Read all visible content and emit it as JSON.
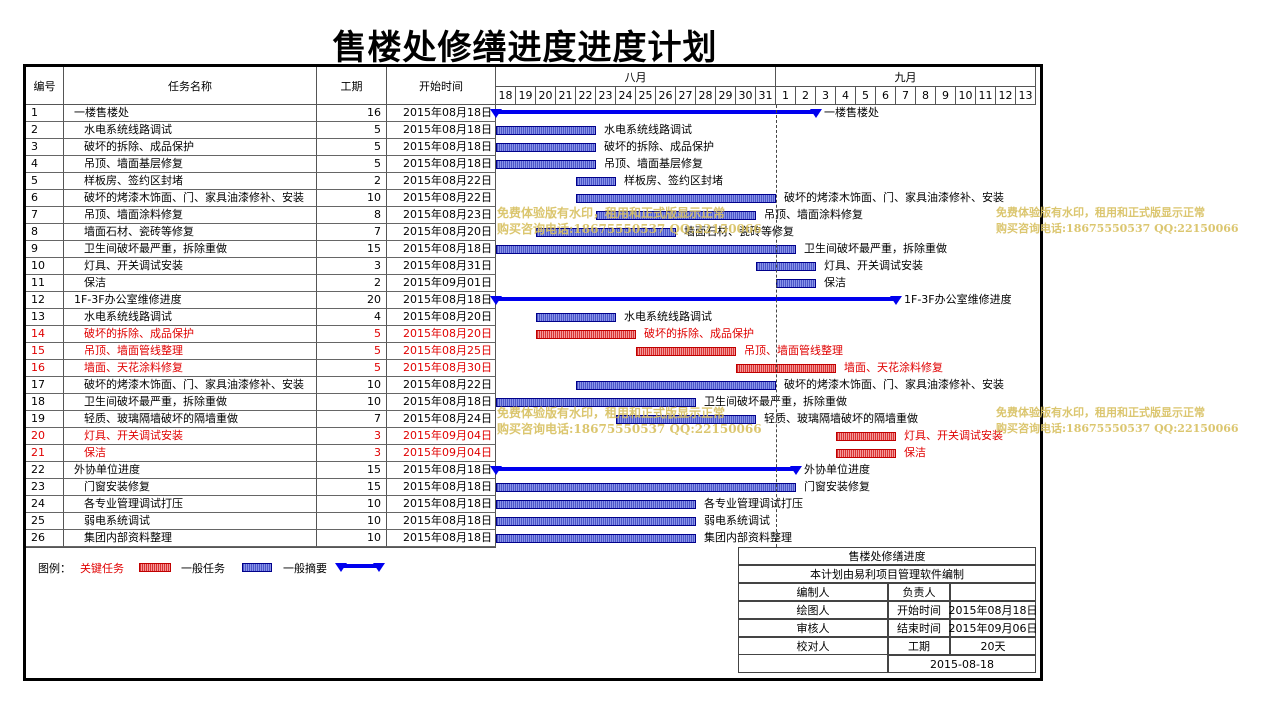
{
  "title": "售楼处修缮进度进度计划",
  "header": {
    "num": "编号",
    "name": "任务名称",
    "dur": "工期",
    "start": "开始时间",
    "month1": "八月",
    "month2": "九月"
  },
  "days": [
    "18",
    "19",
    "20",
    "21",
    "22",
    "23",
    "24",
    "25",
    "26",
    "27",
    "28",
    "29",
    "30",
    "31",
    "1",
    "2",
    "3",
    "4",
    "5",
    "6",
    "7",
    "8",
    "9",
    "10",
    "11",
    "12",
    "13"
  ],
  "tasks": [
    {
      "id": "1",
      "name": "一楼售楼处",
      "dur": "16",
      "start": "2015年08月18日",
      "s": 0,
      "d": 16,
      "type": "summary",
      "indent": 0,
      "label": "一楼售楼处"
    },
    {
      "id": "2",
      "name": "水电系统线路调试",
      "dur": "5",
      "start": "2015年08月18日",
      "s": 0,
      "d": 5,
      "type": "normal",
      "indent": 1,
      "label": "水电系统线路调试"
    },
    {
      "id": "3",
      "name": "破坏的拆除、成品保护",
      "dur": "5",
      "start": "2015年08月18日",
      "s": 0,
      "d": 5,
      "type": "normal",
      "indent": 1,
      "label": "破坏的拆除、成品保护"
    },
    {
      "id": "4",
      "name": "吊顶、墙面基层修复",
      "dur": "5",
      "start": "2015年08月18日",
      "s": 0,
      "d": 5,
      "type": "normal",
      "indent": 1,
      "label": "吊顶、墙面基层修复"
    },
    {
      "id": "5",
      "name": "样板房、签约区封堵",
      "dur": "2",
      "start": "2015年08月22日",
      "s": 4,
      "d": 2,
      "type": "normal",
      "indent": 1,
      "label": "样板房、签约区封堵"
    },
    {
      "id": "6",
      "name": "破坏的烤漆木饰面、门、家具油漆修补、安装",
      "dur": "10",
      "start": "2015年08月22日",
      "s": 4,
      "d": 10,
      "type": "normal",
      "indent": 1,
      "label": "破坏的烤漆木饰面、门、家具油漆修补、安装"
    },
    {
      "id": "7",
      "name": "吊顶、墙面涂料修复",
      "dur": "8",
      "start": "2015年08月23日",
      "s": 5,
      "d": 8,
      "type": "normal",
      "indent": 1,
      "label": "吊顶、墙面涂料修复"
    },
    {
      "id": "8",
      "name": "墙面石材、瓷砖等修复",
      "dur": "7",
      "start": "2015年08月20日",
      "s": 2,
      "d": 7,
      "type": "normal",
      "indent": 1,
      "label": "墙面石材、瓷砖等修复"
    },
    {
      "id": "9",
      "name": "卫生间破坏最严重，拆除重做",
      "dur": "15",
      "start": "2015年08月18日",
      "s": 0,
      "d": 15,
      "type": "normal",
      "indent": 1,
      "label": "卫生间破坏最严重，拆除重做"
    },
    {
      "id": "10",
      "name": "灯具、开关调试安装",
      "dur": "3",
      "start": "2015年08月31日",
      "s": 13,
      "d": 3,
      "type": "normal",
      "indent": 1,
      "label": "灯具、开关调试安装"
    },
    {
      "id": "11",
      "name": "保洁",
      "dur": "2",
      "start": "2015年09月01日",
      "s": 14,
      "d": 2,
      "type": "normal",
      "indent": 1,
      "label": "保洁"
    },
    {
      "id": "12",
      "name": "1F-3F办公室维修进度",
      "dur": "20",
      "start": "2015年08月18日",
      "s": 0,
      "d": 20,
      "type": "summary",
      "indent": 0,
      "label": "1F-3F办公室维修进度"
    },
    {
      "id": "13",
      "name": "水电系统线路调试",
      "dur": "4",
      "start": "2015年08月20日",
      "s": 2,
      "d": 4,
      "type": "normal",
      "indent": 1,
      "label": "水电系统线路调试"
    },
    {
      "id": "14",
      "name": "破坏的拆除、成品保护",
      "dur": "5",
      "start": "2015年08月20日",
      "s": 2,
      "d": 5,
      "type": "critical",
      "indent": 1,
      "label": "破坏的拆除、成品保护"
    },
    {
      "id": "15",
      "name": "吊顶、墙面管线整理",
      "dur": "5",
      "start": "2015年08月25日",
      "s": 7,
      "d": 5,
      "type": "critical",
      "indent": 1,
      "label": "吊顶、墙面管线整理"
    },
    {
      "id": "16",
      "name": "墙面、天花涂料修复",
      "dur": "5",
      "start": "2015年08月30日",
      "s": 12,
      "d": 5,
      "type": "critical",
      "indent": 1,
      "label": "墙面、天花涂料修复"
    },
    {
      "id": "17",
      "name": "破坏的烤漆木饰面、门、家具油漆修补、安装",
      "dur": "10",
      "start": "2015年08月22日",
      "s": 4,
      "d": 10,
      "type": "normal",
      "indent": 1,
      "label": "破坏的烤漆木饰面、门、家具油漆修补、安装"
    },
    {
      "id": "18",
      "name": "卫生间破坏最严重，拆除重做",
      "dur": "10",
      "start": "2015年08月18日",
      "s": 0,
      "d": 10,
      "type": "normal",
      "indent": 1,
      "label": "卫生间破坏最严重，拆除重做"
    },
    {
      "id": "19",
      "name": "轻质、玻璃隔墙破坏的隔墙重做",
      "dur": "7",
      "start": "2015年08月24日",
      "s": 6,
      "d": 7,
      "type": "normal",
      "indent": 1,
      "label": "轻质、玻璃隔墙破坏的隔墙重做"
    },
    {
      "id": "20",
      "name": "灯具、开关调试安装",
      "dur": "3",
      "start": "2015年09月04日",
      "s": 17,
      "d": 3,
      "type": "critical",
      "indent": 1,
      "label": "灯具、开关调试安装"
    },
    {
      "id": "21",
      "name": "保洁",
      "dur": "3",
      "start": "2015年09月04日",
      "s": 17,
      "d": 3,
      "type": "critical",
      "indent": 1,
      "label": "保洁"
    },
    {
      "id": "22",
      "name": "外协单位进度",
      "dur": "15",
      "start": "2015年08月18日",
      "s": 0,
      "d": 15,
      "type": "summary",
      "indent": 0,
      "label": "外协单位进度"
    },
    {
      "id": "23",
      "name": "门窗安装修复",
      "dur": "15",
      "start": "2015年08月18日",
      "s": 0,
      "d": 15,
      "type": "normal",
      "indent": 1,
      "label": "门窗安装修复"
    },
    {
      "id": "24",
      "name": "各专业管理调试打压",
      "dur": "10",
      "start": "2015年08月18日",
      "s": 0,
      "d": 10,
      "type": "normal",
      "indent": 1,
      "label": "各专业管理调试打压"
    },
    {
      "id": "25",
      "name": "弱电系统调试",
      "dur": "10",
      "start": "2015年08月18日",
      "s": 0,
      "d": 10,
      "type": "normal",
      "indent": 1,
      "label": "弱电系统调试"
    },
    {
      "id": "26",
      "name": "集团内部资料整理",
      "dur": "10",
      "start": "2015年08月18日",
      "s": 0,
      "d": 10,
      "type": "normal",
      "indent": 1,
      "label": "集团内部资料整理"
    }
  ],
  "legend": {
    "prefix": "图例：",
    "critical": "关键任务",
    "normal": "一般任务",
    "summary": "一般摘要"
  },
  "info": {
    "project": "售楼处修缮进度",
    "software": "本计划由易利项目管理软件编制",
    "prepared_by": "编制人",
    "owner": "负责人",
    "drawn_by": "绘图人",
    "start_label": "开始时间",
    "start_value": "2015年08月18日",
    "reviewer": "审核人",
    "end_label": "结束时间",
    "end_value": "2015年09月06日",
    "checker": "校对人",
    "duration_label": "工期",
    "duration_value": "20天",
    "date": "2015-08-18"
  },
  "watermark": {
    "line1": "免费体验版有水印，租用和正式版显示正常",
    "line2": "购买咨询电话:18675550537 QQ:22150066"
  },
  "colors": {
    "normal_bar": "#6a74d8",
    "critical_bar": "#e86a6a",
    "summary_bar": "#0000ee",
    "critical_text": "#e00000",
    "watermark": "#d8c060"
  }
}
